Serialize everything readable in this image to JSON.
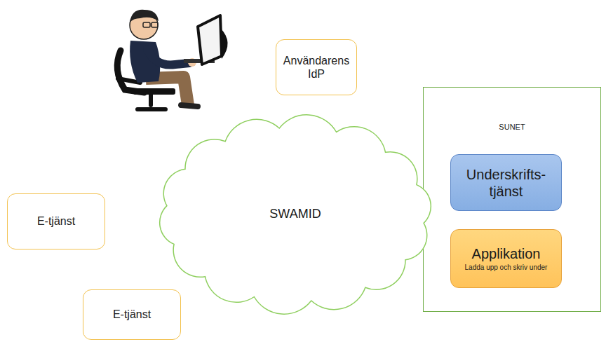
{
  "diagram": {
    "nodes": [
      {
        "text": [
          "Användarens IdP"
        ]
      },
      {
        "text": [
          "SUNET"
        ]
      },
      {
        "text": [
          "Underskrifts- tjänst"
        ],
        "in": 1
      },
      {
        "text": [
          "Applikation",
          "Ladda upp och skriv under"
        ],
        "in": 1
      },
      {
        "text": [
          "SWAMID"
        ]
      },
      {
        "text": [
          "E-tjänst"
        ]
      },
      {
        "text": [
          "E-tjänst"
        ]
      }
    ]
  }
}
